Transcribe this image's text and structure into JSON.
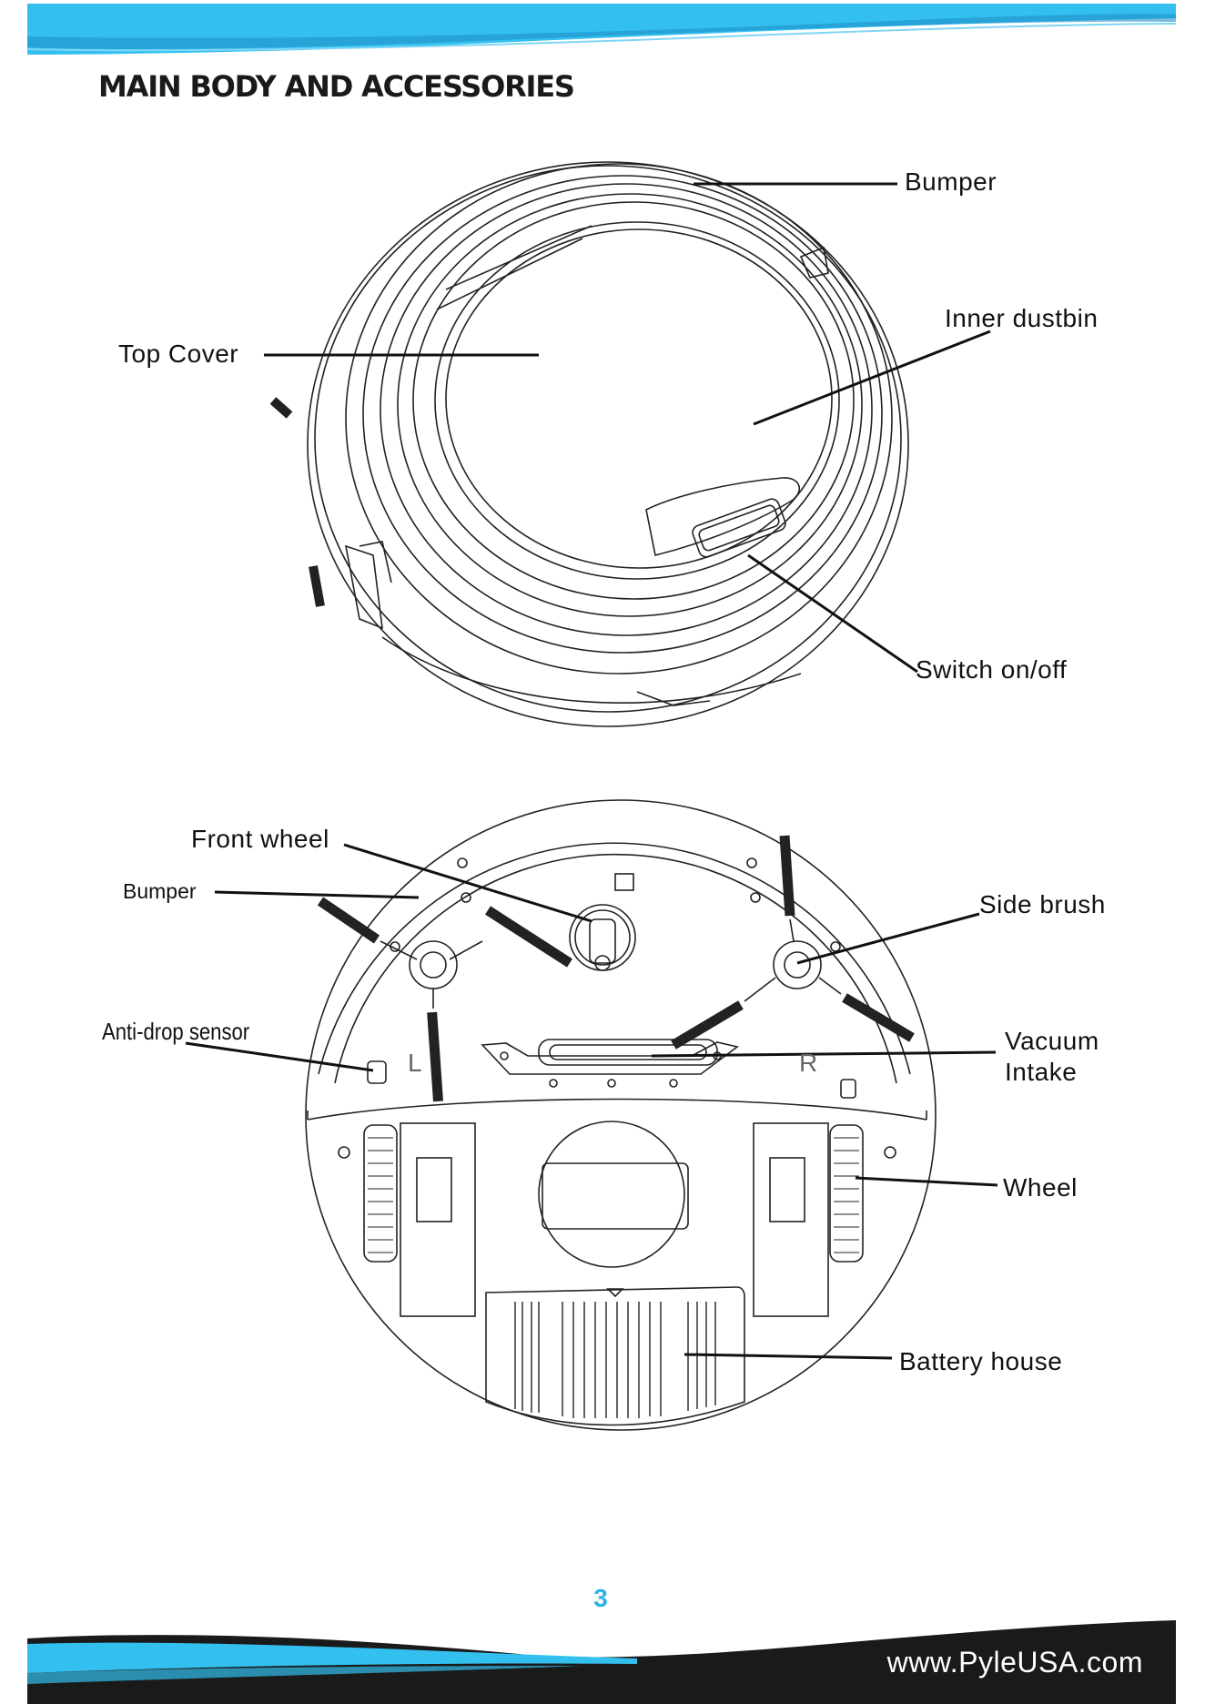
{
  "page": {
    "heading": "MAIN BODY AND ACCESSORIES",
    "page_number": "3",
    "website": "www.PyleUSA.com",
    "accent_color": "#33c0ef",
    "dark_color": "#1a1a1a"
  },
  "top_view": {
    "labels": {
      "bumper": "Bumper",
      "inner_dustbin": "Inner dustbin",
      "top_cover": "Top Cover",
      "switch": "Switch on/off"
    }
  },
  "bottom_view": {
    "labels": {
      "front_wheel": "Front wheel",
      "bumper": "Bumper",
      "side_brush": "Side brush",
      "anti_drop_sensor": "Anti-drop sensor",
      "vacuum_intake_line1": "Vacuum",
      "vacuum_intake_line2": "Intake",
      "wheel": "Wheel",
      "battery_house": "Battery house",
      "left_mark": "L",
      "right_mark": "R"
    }
  }
}
